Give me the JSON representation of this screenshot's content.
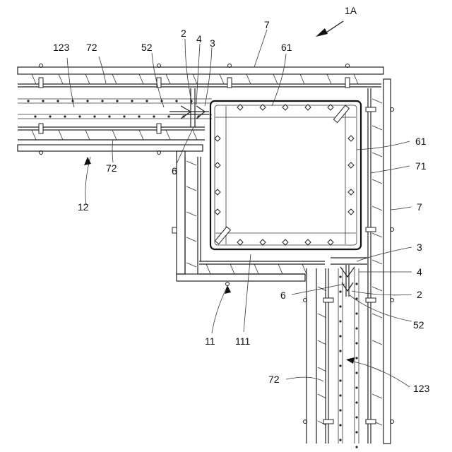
{
  "figure": {
    "labels": {
      "l_1A": "1A",
      "l_7_top": "7",
      "l_2_top": "2",
      "l_4_top": "4",
      "l_3_top": "3",
      "l_52_top": "52",
      "l_72_top": "72",
      "l_123_top": "123",
      "l_61_top": "61",
      "l_61_right": "61",
      "l_71": "71",
      "l_7_right": "7",
      "l_72_mid": "72",
      "l_6_top": "6",
      "l_12": "12",
      "l_3_right": "3",
      "l_4_right": "4",
      "l_6_right": "6",
      "l_2_right": "2",
      "l_52_right": "52",
      "l_11": "11",
      "l_111": "111",
      "l_72_bottom": "72",
      "l_123_bottom": "123"
    }
  }
}
